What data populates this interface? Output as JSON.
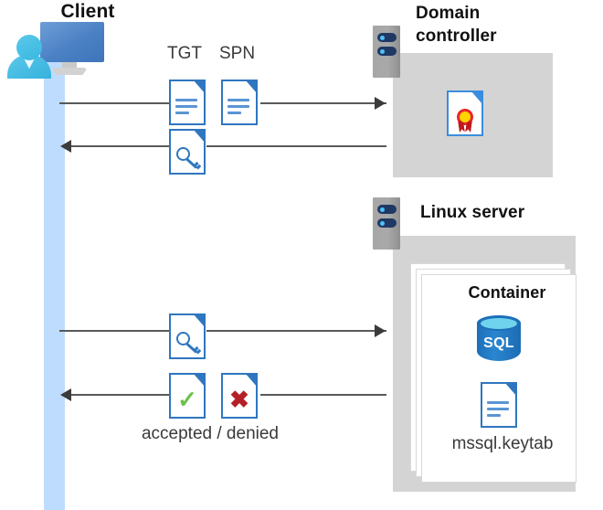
{
  "diagram": {
    "title": "Kerberos authentication flow between client, domain controller and Linux SQL Server container",
    "actors": {
      "client": {
        "label": "Client",
        "icon": "client-computer-icon"
      },
      "domain_controller": {
        "label": "Domain\ncontroller",
        "label_line1": "Domain",
        "label_line2": "controller",
        "icon": "server-rack-icon",
        "contents": [
          {
            "icon": "certificate-document-icon",
            "label": ""
          }
        ]
      },
      "linux_server": {
        "label": "Linux server",
        "icon": "server-rack-icon",
        "container": {
          "label": "Container",
          "items": [
            {
              "icon": "sql-database-icon",
              "label": "SQL"
            },
            {
              "icon": "keytab-document-icon",
              "label": "mssql.keytab"
            }
          ]
        }
      }
    },
    "messages": [
      {
        "id": "msg-request-tgt-spn",
        "direction": "right",
        "from": "client",
        "to": "domain_controller",
        "icons": [
          {
            "name": "tgt-document-icon",
            "label": "TGT"
          },
          {
            "name": "spn-document-icon",
            "label": "SPN"
          }
        ]
      },
      {
        "id": "msg-service-ticket",
        "direction": "left",
        "from": "domain_controller",
        "to": "client",
        "icons": [
          {
            "name": "ticket-key-document-icon",
            "label": ""
          }
        ]
      },
      {
        "id": "msg-present-ticket",
        "direction": "right",
        "from": "client",
        "to": "linux_server",
        "icons": [
          {
            "name": "ticket-key-document-icon",
            "label": ""
          }
        ]
      },
      {
        "id": "msg-result",
        "direction": "left",
        "from": "linux_server",
        "to": "client",
        "caption": "accepted / denied",
        "icons": [
          {
            "name": "accepted-check-document-icon",
            "label": ""
          },
          {
            "name": "denied-cross-document-icon",
            "label": ""
          }
        ]
      }
    ],
    "glyphs": {
      "check": "✓",
      "cross": "✖",
      "sql_text": "SQL"
    },
    "colors": {
      "lifeline": "#bedcfd",
      "panel_gray": "#d4d4d4",
      "doc_blue": "#2f76bf",
      "accent_blue": "#1d6fb8",
      "check_green": "#6cc24a",
      "cross_red": "#b42025",
      "seal_red": "#e8262a",
      "seal_gold": "#ffd400",
      "arrow": "#595959",
      "rack_navy": "#203864",
      "rack_dot": "#4fc3f7",
      "text_dark": "#111111",
      "text_gray": "#3a3a3a"
    }
  }
}
